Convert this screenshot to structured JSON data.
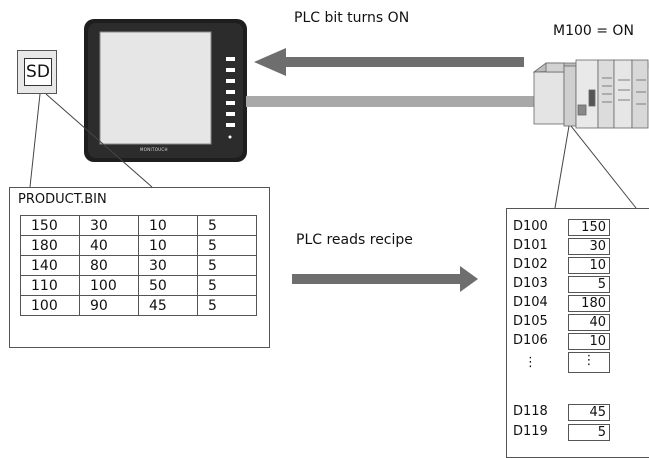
{
  "labels": {
    "plc_bit_on": "PLC bit turns ON",
    "m100_state": "M100 = ON",
    "plc_reads": "PLC reads recipe",
    "monitouch": "MONITOUCH"
  },
  "sd_card": {
    "label": "SD"
  },
  "recipe_file": {
    "name": "PRODUCT.BIN",
    "rows": [
      [
        "150",
        "30",
        "10",
        "5"
      ],
      [
        "180",
        "40",
        "10",
        "5"
      ],
      [
        "140",
        "80",
        "30",
        "5"
      ],
      [
        "110",
        "100",
        "50",
        "5"
      ],
      [
        "100",
        "90",
        "45",
        "5"
      ]
    ]
  },
  "device_memory": {
    "rows": [
      {
        "addr": "D100",
        "value": "150"
      },
      {
        "addr": "D101",
        "value": "30"
      },
      {
        "addr": "D102",
        "value": "10"
      },
      {
        "addr": "D103",
        "value": "5"
      },
      {
        "addr": "D104",
        "value": "180"
      },
      {
        "addr": "D105",
        "value": "40"
      },
      {
        "addr": "D106",
        "value": "10"
      },
      {
        "addr": "⋮",
        "value": "⋮"
      },
      {
        "addr": "D118",
        "value": "45"
      },
      {
        "addr": "D119",
        "value": "5"
      }
    ]
  },
  "colors": {
    "arrow": "#6e6e6e",
    "outline": "#555555",
    "screen": "#e6e6e6"
  }
}
